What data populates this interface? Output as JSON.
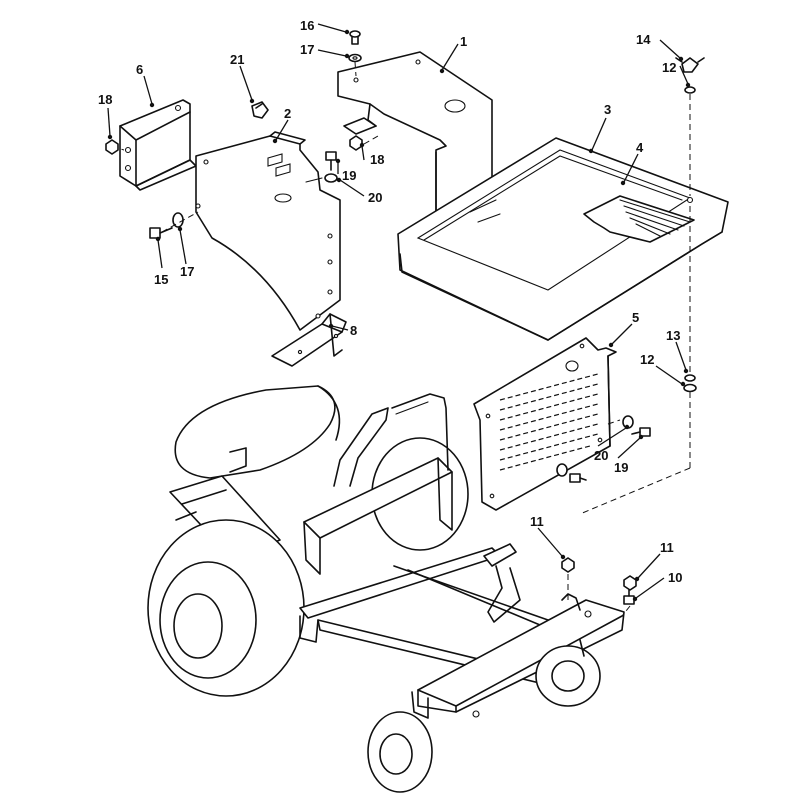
{
  "callouts": [
    {
      "id": "c16",
      "text": "16"
    },
    {
      "id": "c17a",
      "text": "17"
    },
    {
      "id": "c1",
      "text": "1"
    },
    {
      "id": "c14",
      "text": "14"
    },
    {
      "id": "c12a",
      "text": "12"
    },
    {
      "id": "c6",
      "text": "6"
    },
    {
      "id": "c21",
      "text": "21"
    },
    {
      "id": "c18a",
      "text": "18"
    },
    {
      "id": "c2",
      "text": "2"
    },
    {
      "id": "c3",
      "text": "3"
    },
    {
      "id": "c4",
      "text": "4"
    },
    {
      "id": "c18b",
      "text": "18"
    },
    {
      "id": "c19a",
      "text": "19"
    },
    {
      "id": "c20a",
      "text": "20"
    },
    {
      "id": "c15",
      "text": "15"
    },
    {
      "id": "c17b",
      "text": "17"
    },
    {
      "id": "c8",
      "text": "8"
    },
    {
      "id": "c5",
      "text": "5"
    },
    {
      "id": "c13",
      "text": "13"
    },
    {
      "id": "c12b",
      "text": "12"
    },
    {
      "id": "c20b",
      "text": "20"
    },
    {
      "id": "c19b",
      "text": "19"
    },
    {
      "id": "c11a",
      "text": "11"
    },
    {
      "id": "c11b",
      "text": "11"
    },
    {
      "id": "c10",
      "text": "10"
    }
  ]
}
